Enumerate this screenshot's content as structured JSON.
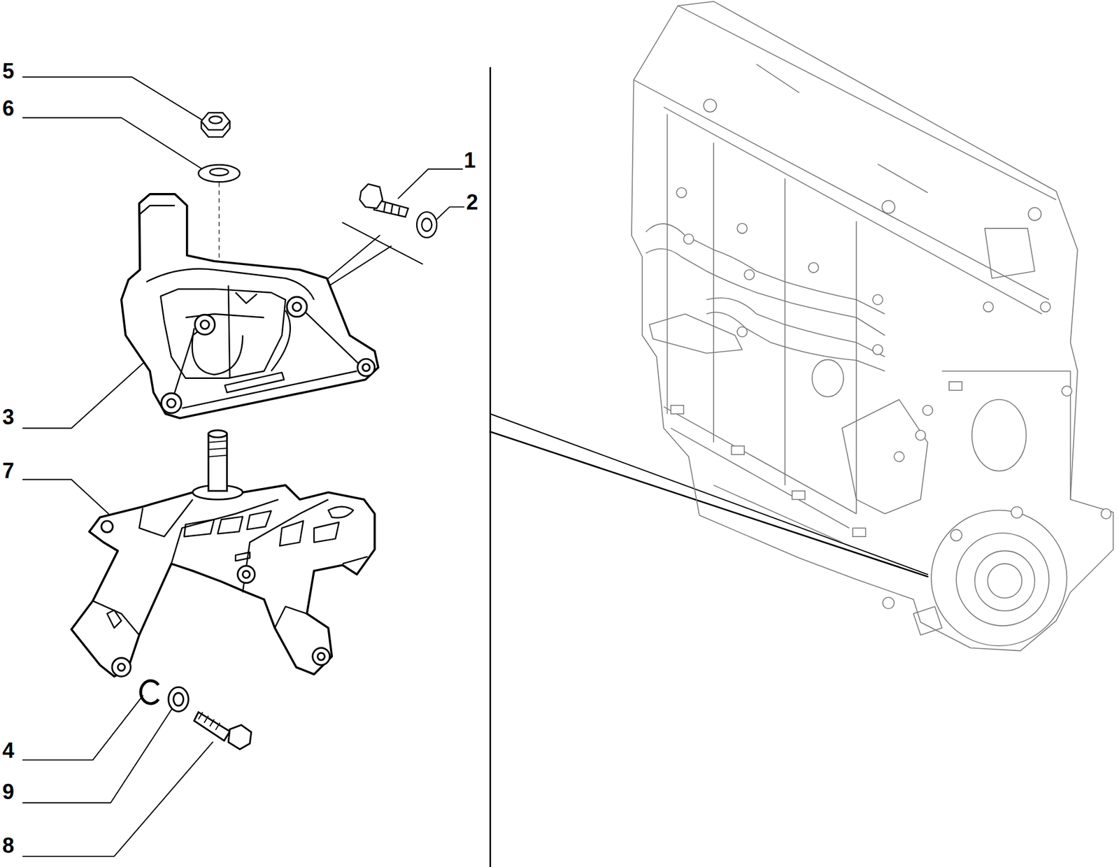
{
  "diagram": {
    "labels": [
      "5",
      "6",
      "1",
      "2",
      "3",
      "7",
      "4",
      "9",
      "8"
    ]
  }
}
